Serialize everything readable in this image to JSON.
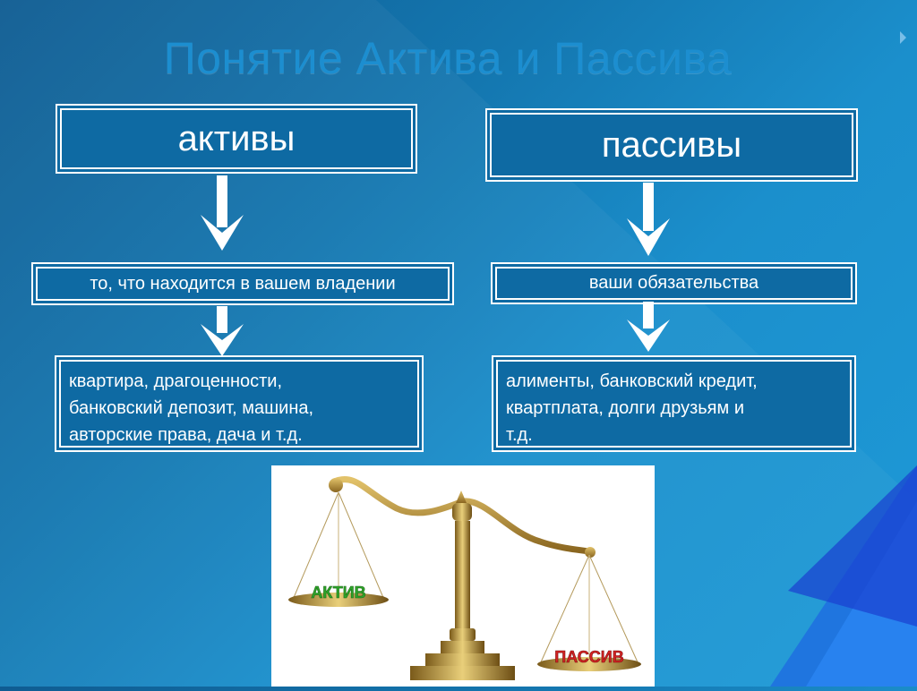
{
  "title": "Понятие Актива и Пассива",
  "assets": {
    "heading": "активы",
    "definition": "то, что находится в вашем владении",
    "examples": [
      "квартира, драгоценности,",
      "банковский депозит, машина,",
      "авторские права, дача и т.д."
    ]
  },
  "liabilities": {
    "heading": "пассивы",
    "definition": "ваши обязательства",
    "examples": [
      "алименты, банковский кредит,",
      "квартплата, долги друзьям и",
      "т.д."
    ]
  },
  "scales": {
    "left_label": "АКТИВ",
    "right_label": "ПАССИВ"
  },
  "colors": {
    "box_fill": "#0e6aa3",
    "title": "#1c8ed0",
    "aktiv_label": "#2fa52a",
    "passiv_label": "#d42323"
  }
}
